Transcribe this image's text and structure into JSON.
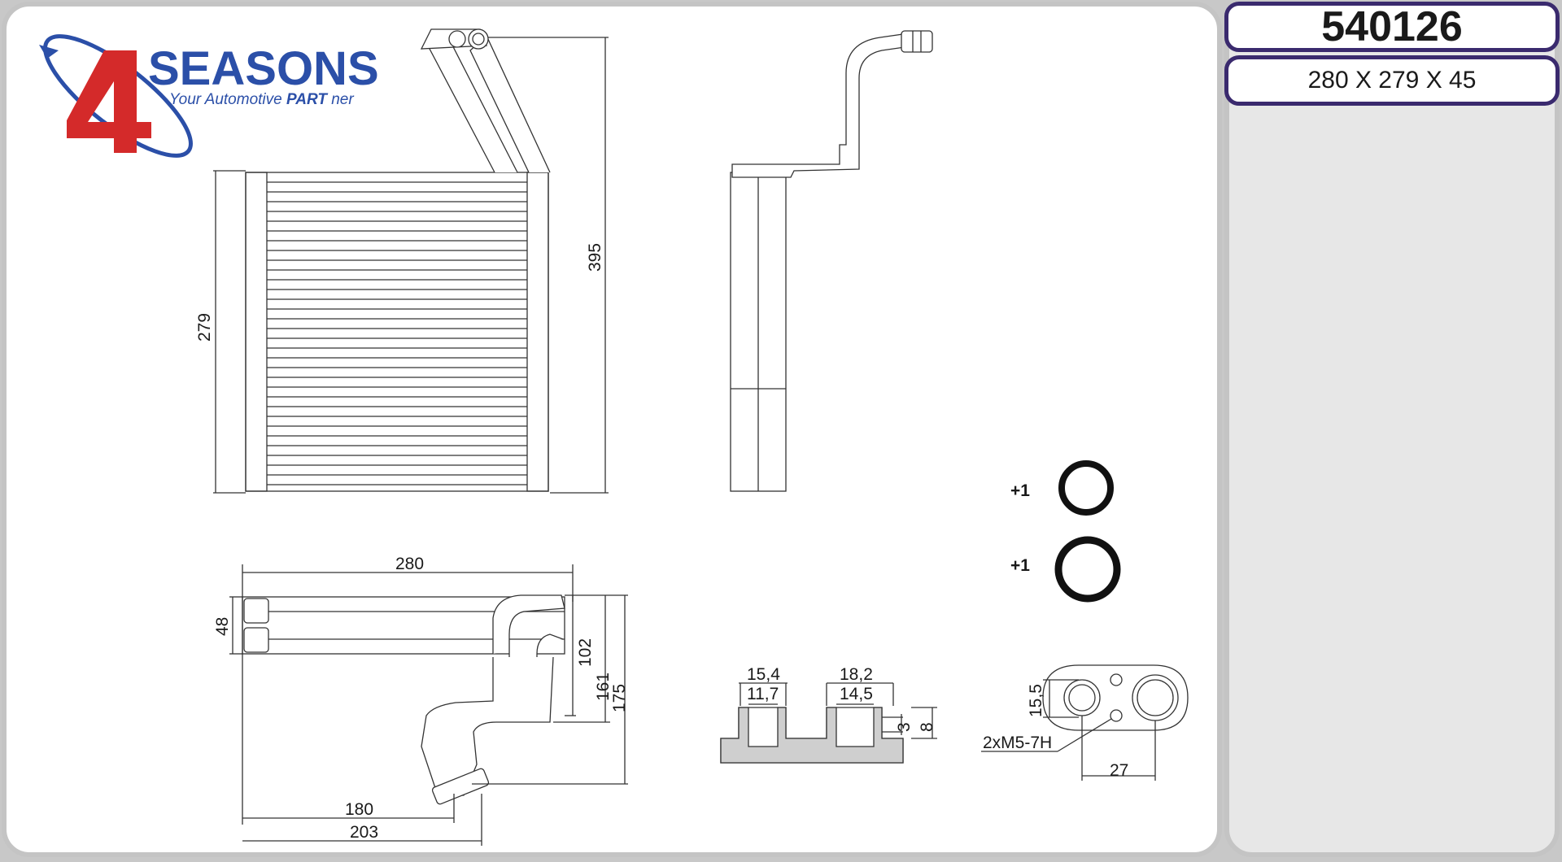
{
  "header": {
    "part_number": "540126",
    "dimensions": "280 X 279 X 45"
  },
  "logo": {
    "brand": "SEASONS",
    "numeral": "4",
    "tagline_prefix": "Your Automotive ",
    "tagline_bold": "PART",
    "tagline_suffix": " ner",
    "colors": {
      "red": "#d42a2a",
      "blue": "#2b4fa8"
    }
  },
  "drawing": {
    "front": {
      "height": "279",
      "overall_height": "395"
    },
    "bottom": {
      "width": "280",
      "depth": "48",
      "d102": "102",
      "d161": "161",
      "d175": "175",
      "d180": "180",
      "d203": "203"
    },
    "oring_qty_small": "+1",
    "oring_qty_large": "+1",
    "port_left_outer": "15,4",
    "port_left_inner": "11,7",
    "port_right_outer": "18,2",
    "port_right_inner": "14,5",
    "port_depth_small": "3",
    "port_depth_large": "8",
    "flange_height": "15,5",
    "thread": "2xM5-7H",
    "flange_spacing": "27"
  }
}
